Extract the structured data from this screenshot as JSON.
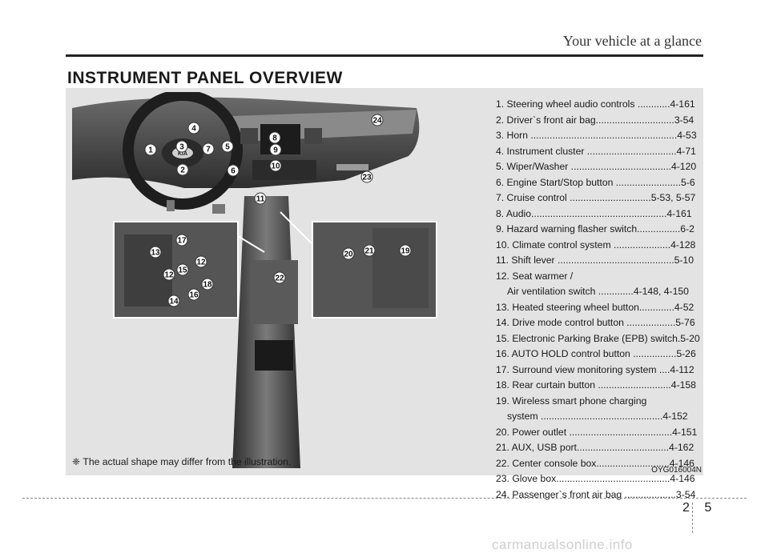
{
  "header": {
    "section_title": "Your vehicle at a glance"
  },
  "page": {
    "heading": "INSTRUMENT PANEL OVERVIEW",
    "chapter": "2",
    "number": "5"
  },
  "items": [
    {
      "lines": [
        "1. Steering wheel audio controls ............4-161"
      ]
    },
    {
      "lines": [
        "2. Driver`s front air bag.............................3-54"
      ]
    },
    {
      "lines": [
        "3. Horn ......................................................4-53"
      ]
    },
    {
      "lines": [
        "4. Instrument cluster .................................4-71"
      ]
    },
    {
      "lines": [
        "5. Wiper/Washer .....................................4-120"
      ]
    },
    {
      "lines": [
        "6. Engine Start/Stop button ........................5-6"
      ]
    },
    {
      "lines": [
        "7. Cruise control ..............................5-53, 5-57"
      ]
    },
    {
      "lines": [
        "8. Audio..................................................4-161"
      ]
    },
    {
      "lines": [
        "9. Hazard warning flasher switch................6-2"
      ]
    },
    {
      "lines": [
        "10. Climate control system .....................4-128"
      ]
    },
    {
      "lines": [
        "11. Shift lever ...........................................5-10"
      ]
    },
    {
      "lines": [
        "12. Seat warmer /",
        "Air ventilation switch .............4-148, 4-150"
      ]
    },
    {
      "lines": [
        "13. Heated steering wheel button.............4-52"
      ]
    },
    {
      "lines": [
        "14. Drive mode control button ..................5-76"
      ]
    },
    {
      "lines": [
        "15. Electronic Parking Brake (EPB) switch.5-20"
      ]
    },
    {
      "lines": [
        "16. AUTO HOLD control button ................5-26"
      ]
    },
    {
      "lines": [
        "17. Surround view monitoring system ....4-112"
      ]
    },
    {
      "lines": [
        "18. Rear curtain button ...........................4-158"
      ]
    },
    {
      "lines": [
        "19. Wireless smart phone charging",
        "system .............................................4-152"
      ]
    },
    {
      "lines": [
        "20. Power outlet ......................................4-151"
      ]
    },
    {
      "lines": [
        "21. AUX, USB port..................................4-162"
      ]
    },
    {
      "lines": [
        "22. Center console box...........................4-146"
      ]
    },
    {
      "lines": [
        "23. Glove box..........................................4-146"
      ]
    },
    {
      "lines": [
        "24. Passenger`s front air bag ...................3-54"
      ]
    }
  ],
  "note": "❈ The actual shape may differ from the illustration.",
  "illustration": {
    "code": "OYG016004N",
    "logo_text": "KIA",
    "callouts": [
      "1",
      "2",
      "3",
      "4",
      "5",
      "6",
      "7",
      "8",
      "9",
      "10",
      "11",
      "12",
      "13",
      "14",
      "15",
      "16",
      "17",
      "18",
      "19",
      "20",
      "21",
      "22",
      "23",
      "24"
    ]
  },
  "watermark": "carmanualsonline.info",
  "colors": {
    "panel_bg": "#e3e3e3",
    "illustration_dark": "#3a3a3a",
    "callout_fill": "#ffffff"
  }
}
